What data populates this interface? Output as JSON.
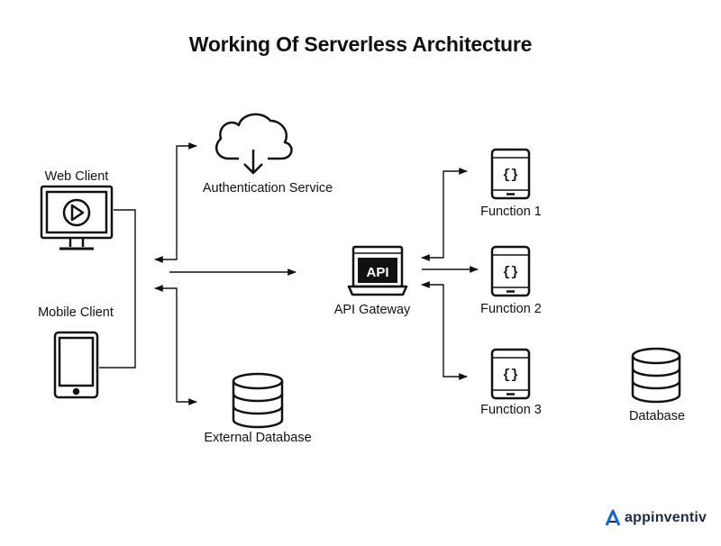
{
  "title": "Working Of Serverless Architecture",
  "nodes": {
    "web_client": "Web Client",
    "mobile_client": "Mobile Client",
    "auth_service": "Authentication Service",
    "external_db": "External Database",
    "api_gateway": "API Gateway",
    "api_badge": "API",
    "function_1": "Function 1",
    "function_2": "Function 2",
    "function_3": "Function 3",
    "database": "Database",
    "function_glyph": "{}"
  },
  "brand": {
    "name": "appinventiv"
  },
  "colors": {
    "stroke": "#111111",
    "brand_blue": "#1565d8",
    "brand_text": "#1e2a4a"
  }
}
